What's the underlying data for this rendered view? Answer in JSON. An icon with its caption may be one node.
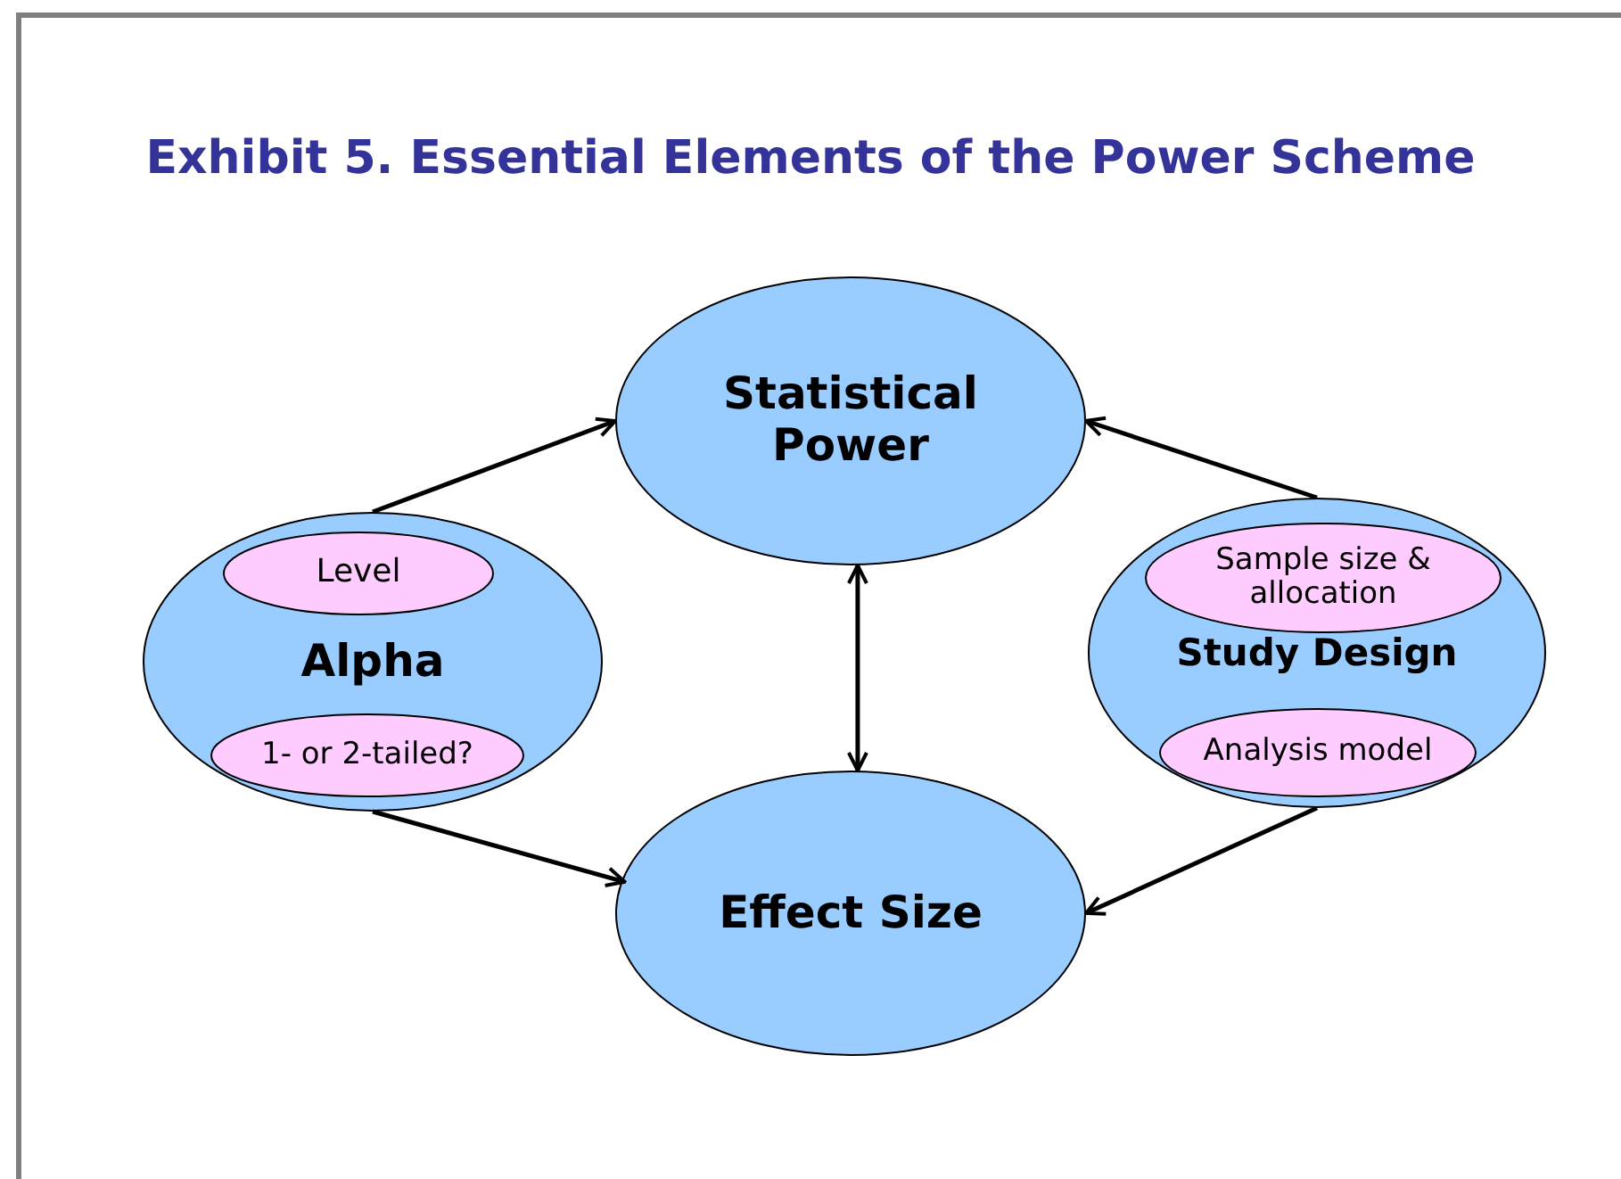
{
  "diagram": {
    "title": "Exhibit 5. Essential Elements of the Power Scheme",
    "nodes": [
      {
        "text": [
          "Statistical Power"
        ]
      },
      {
        "text": [
          "Alpha"
        ]
      },
      {
        "text": [
          "Level"
        ],
        "in": 1
      },
      {
        "text": [
          "1- or 2-tailed?"
        ],
        "in": 1
      },
      {
        "text": [
          "Study Design"
        ]
      },
      {
        "text": [
          "Sample size & allocation"
        ],
        "in": 4
      },
      {
        "text": [
          "Analysis model"
        ],
        "in": 4
      },
      {
        "text": [
          "Effect Size"
        ]
      }
    ],
    "edges": [
      {
        "from": 1,
        "to": 0,
        "arrow": "to"
      },
      {
        "from": 1,
        "to": 7,
        "arrow": "to"
      },
      {
        "from": 4,
        "to": 0,
        "arrow": "to"
      },
      {
        "from": 4,
        "to": 7,
        "arrow": "to"
      },
      {
        "from": 0,
        "to": 7,
        "arrow": "both"
      }
    ]
  }
}
